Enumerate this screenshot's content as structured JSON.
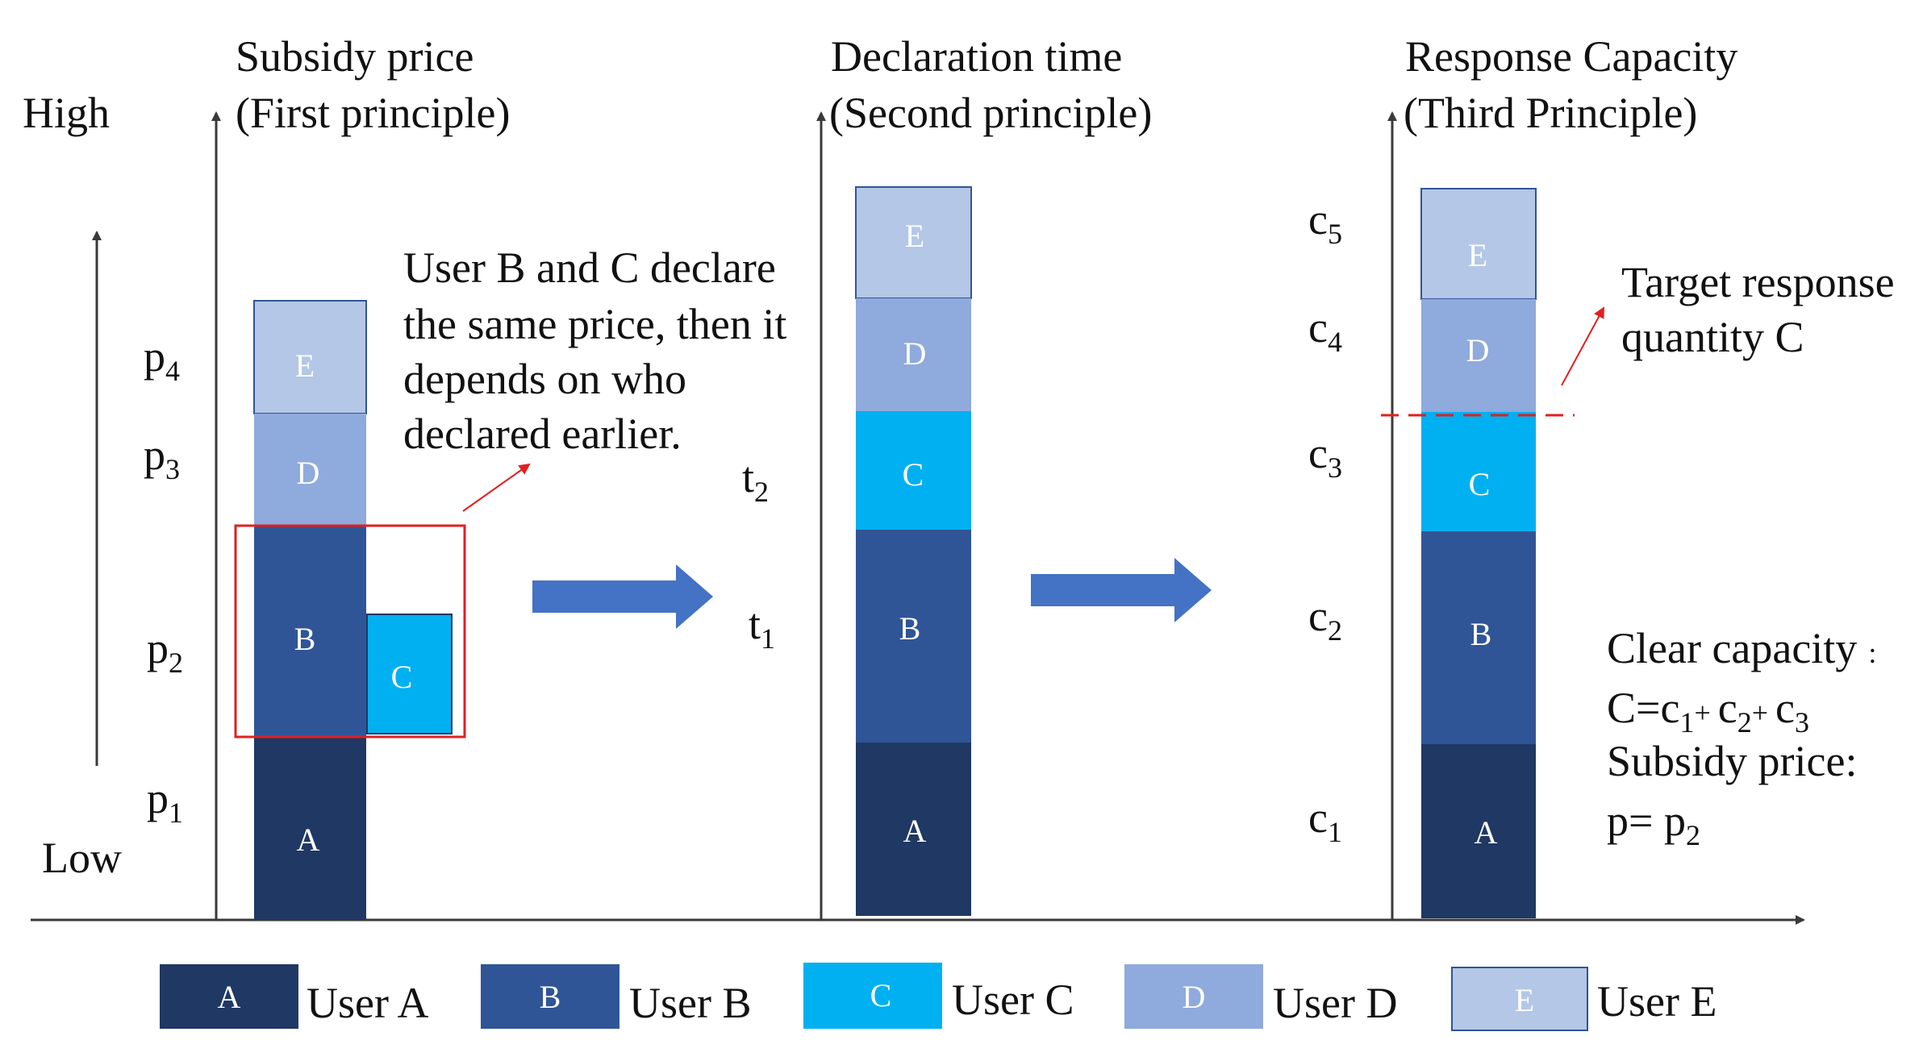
{
  "colors": {
    "user_a": "#1f3864",
    "user_b": "#2f5597",
    "user_c": "#00b0f0",
    "user_d": "#8faadc",
    "user_e": "#b4c7e7",
    "highlight": "#e02020",
    "arrow": "#4472c4",
    "axis": "#3a3a3a"
  },
  "panel1": {
    "title_line1": "Subsidy price",
    "title_line2": "(First principle)",
    "high_label": "High",
    "low_label": "Low",
    "levels": [
      {
        "base": "p",
        "sub": "4"
      },
      {
        "base": "p",
        "sub": "3"
      },
      {
        "base": "p",
        "sub": "2"
      },
      {
        "base": "p",
        "sub": "1"
      }
    ],
    "blocks": {
      "a": "A",
      "b": "B",
      "c": "C",
      "d": "D",
      "e": "E"
    },
    "note_lines": [
      "User B and C declare",
      "the same price, then it",
      "depends on who",
      "declared earlier."
    ]
  },
  "panel2": {
    "title_line1": "Declaration time",
    "title_line2": "(Second principle)",
    "times": [
      {
        "base": "t",
        "sub": "2"
      },
      {
        "base": "t",
        "sub": "1"
      }
    ],
    "blocks": {
      "a": "A",
      "b": "B",
      "c": "C",
      "d": "D",
      "e": "E"
    }
  },
  "panel3": {
    "title_line1": "Response Capacity",
    "title_line2": "(Third Principle)",
    "capacities": [
      {
        "base": "c",
        "sub": "5"
      },
      {
        "base": "c",
        "sub": "4"
      },
      {
        "base": "c",
        "sub": "3"
      },
      {
        "base": "c",
        "sub": "2"
      },
      {
        "base": "c",
        "sub": "1"
      }
    ],
    "blocks": {
      "a": "A",
      "b": "B",
      "c": "C",
      "d": "D",
      "e": "E"
    },
    "target_line1": "Target response",
    "target_line2": "quantity C",
    "clear_label": "Clear capacity",
    "clear_colon": ":",
    "formula": {
      "lhs": "C=c",
      "s1": "1",
      "plus1": "+ ",
      "c2": "c",
      "s2": "2",
      "plus2": "+ ",
      "c3": "c",
      "s3": "3"
    },
    "subsidy_label": "Subsidy price",
    "subsidy_colon": ":",
    "price": {
      "lhs": "p= p",
      "sub": "2"
    }
  },
  "legend": [
    {
      "code": "A",
      "label": "User A"
    },
    {
      "code": "B",
      "label": "User B"
    },
    {
      "code": "C",
      "label": "User C"
    },
    {
      "code": "D",
      "label": "User D"
    },
    {
      "code": "E",
      "label": "User E"
    }
  ]
}
